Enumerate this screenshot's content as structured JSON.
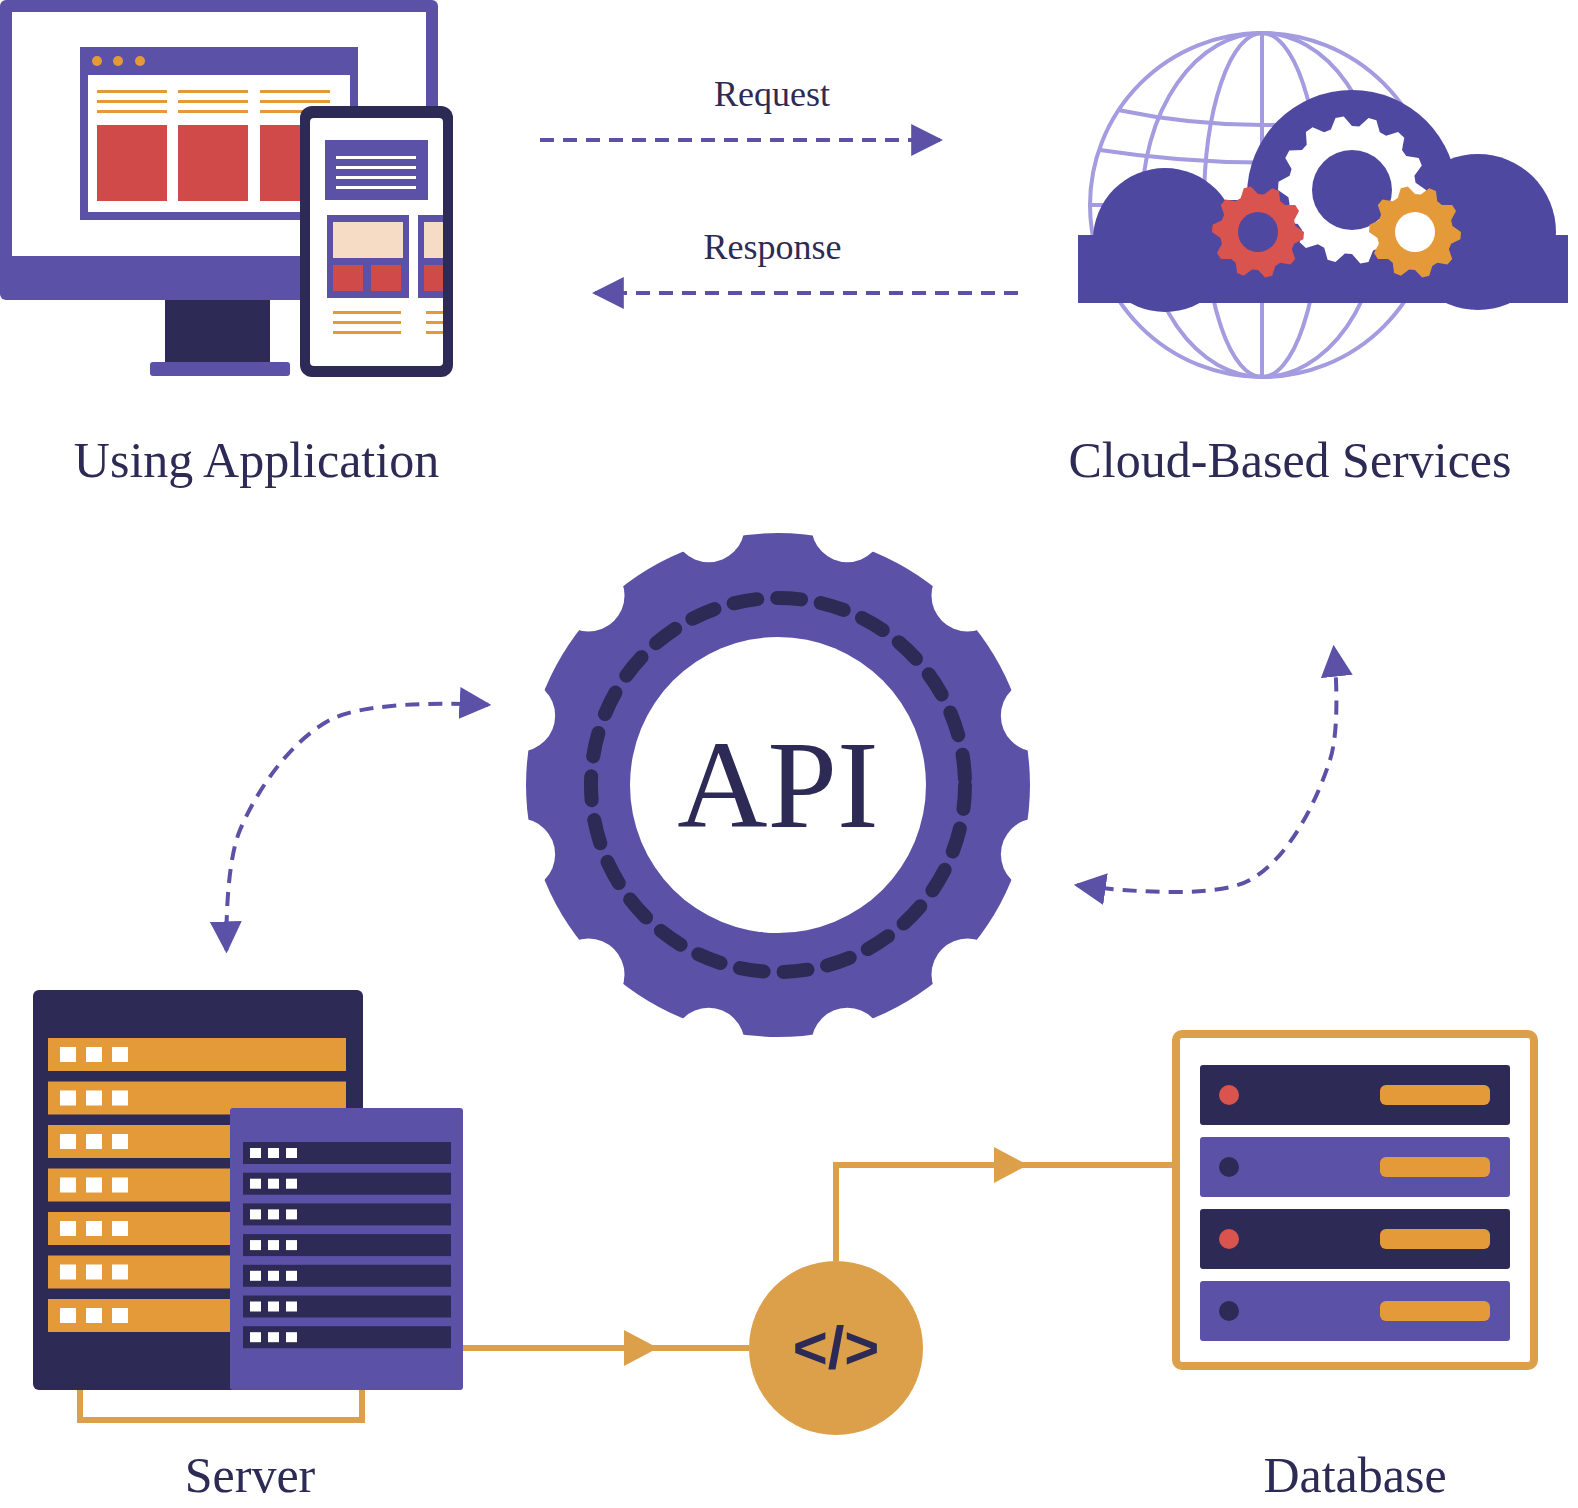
{
  "diagram": {
    "nodes": [
      {
        "text": [
          "Using Application"
        ]
      },
      {
        "text": [
          "Cloud-Based Services"
        ]
      },
      {
        "text": [
          "API"
        ]
      },
      {
        "text": [
          "Server"
        ]
      },
      {
        "text": [
          "</>"
        ]
      },
      {
        "text": [
          "Database"
        ]
      }
    ],
    "edges": [
      {
        "from": 0,
        "to": 1,
        "arrow": "to",
        "label": "Request"
      },
      {
        "from": 1,
        "to": 0,
        "arrow": "to",
        "label": "Response"
      },
      {
        "from": 2,
        "to": 3,
        "arrow": "both"
      },
      {
        "from": 2,
        "to": 1,
        "arrow": "both"
      },
      {
        "from": 3,
        "to": 4,
        "arrow": "to"
      },
      {
        "from": 4,
        "to": 5,
        "arrow": "to"
      }
    ]
  }
}
